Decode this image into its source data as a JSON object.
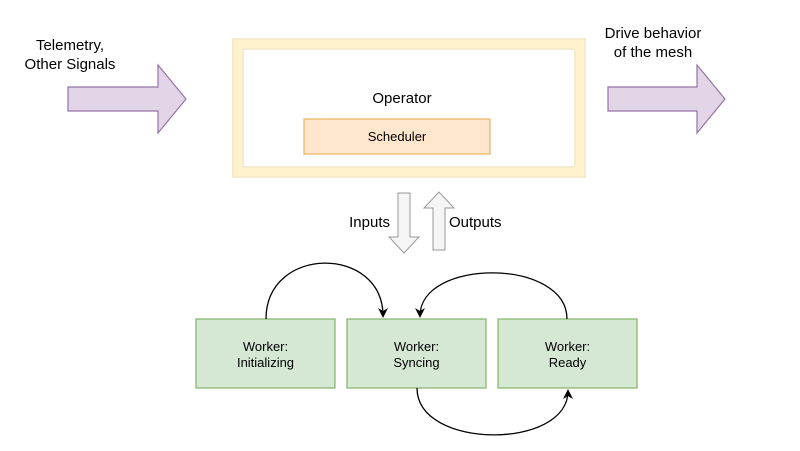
{
  "input_label": [
    "Telemetry,",
    "Other Signals"
  ],
  "output_label": [
    "Drive behavior",
    "of the mesh"
  ],
  "operator": {
    "title": "Operator",
    "scheduler": "Scheduler"
  },
  "flow": {
    "inputs": "Inputs",
    "outputs": "Outputs"
  },
  "workers": [
    {
      "line1": "Worker:",
      "line2": "Initializing"
    },
    {
      "line1": "Worker:",
      "line2": "Syncing"
    },
    {
      "line1": "Worker:",
      "line2": "Ready"
    }
  ],
  "colors": {
    "arrow_fill": "#e1d5e7",
    "arrow_stroke": "#9673a6",
    "operator_fill": "#fff2cc",
    "operator_stroke": "#f0e0a0",
    "scheduler_fill": "#ffe6cc",
    "scheduler_stroke": "#e7b55d",
    "worker_fill": "#d5e8d4",
    "worker_stroke": "#82b366",
    "flow_fill": "#f5f5f5",
    "flow_stroke": "#999999"
  }
}
